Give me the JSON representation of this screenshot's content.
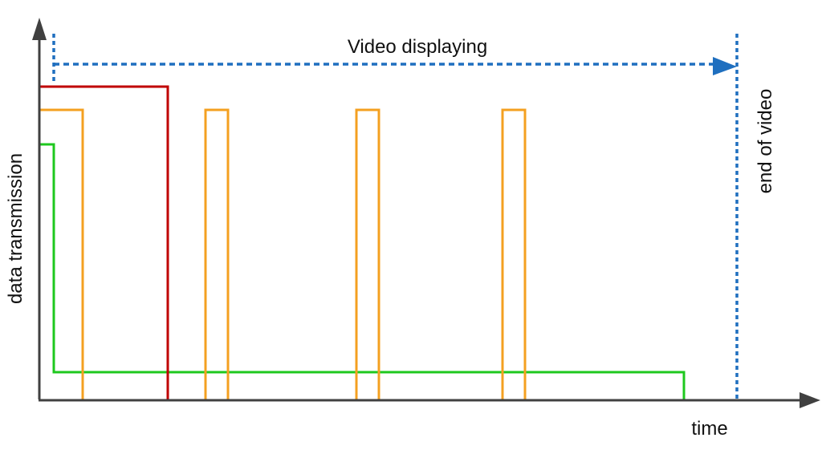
{
  "chart_data": {
    "type": "line",
    "title": "",
    "xlabel": "time",
    "ylabel": "data transmission",
    "annotations": [
      {
        "text": "Video displaying",
        "kind": "dotted-arrow",
        "from_x": 67,
        "to_x": 918
      },
      {
        "text": "end of video",
        "kind": "dotted-vertical-line",
        "x": 918
      }
    ],
    "grid": false,
    "legend": null,
    "series": [
      {
        "name": "red",
        "color": "#C00000",
        "points": [
          [
            49,
            108
          ],
          [
            209,
            108
          ],
          [
            209,
            498
          ]
        ]
      },
      {
        "name": "orange",
        "color": "#F4A020",
        "points": [
          [
            49,
            137
          ],
          [
            103,
            137
          ],
          [
            103,
            498
          ],
          [
            256,
            498
          ],
          [
            256,
            137
          ],
          [
            284,
            137
          ],
          [
            284,
            498
          ],
          [
            444,
            498
          ],
          [
            444,
            137
          ],
          [
            472,
            137
          ],
          [
            472,
            498
          ],
          [
            626,
            498
          ],
          [
            626,
            137
          ],
          [
            654,
            137
          ],
          [
            654,
            498
          ]
        ]
      },
      {
        "name": "green",
        "color": "#1EC81E",
        "points": [
          [
            49,
            180
          ],
          [
            67,
            180
          ],
          [
            67,
            464
          ],
          [
            852,
            464
          ],
          [
            852,
            498
          ]
        ]
      }
    ]
  },
  "labels": {
    "video_displaying": "Video displaying",
    "end_of_video": "end of video",
    "x_axis": "time",
    "y_axis": "data transmission"
  },
  "colors": {
    "axis": "#404040",
    "annotation_blue": "#1F6FBF",
    "red": "#C00000",
    "orange": "#F4A020",
    "green": "#1EC81E"
  }
}
